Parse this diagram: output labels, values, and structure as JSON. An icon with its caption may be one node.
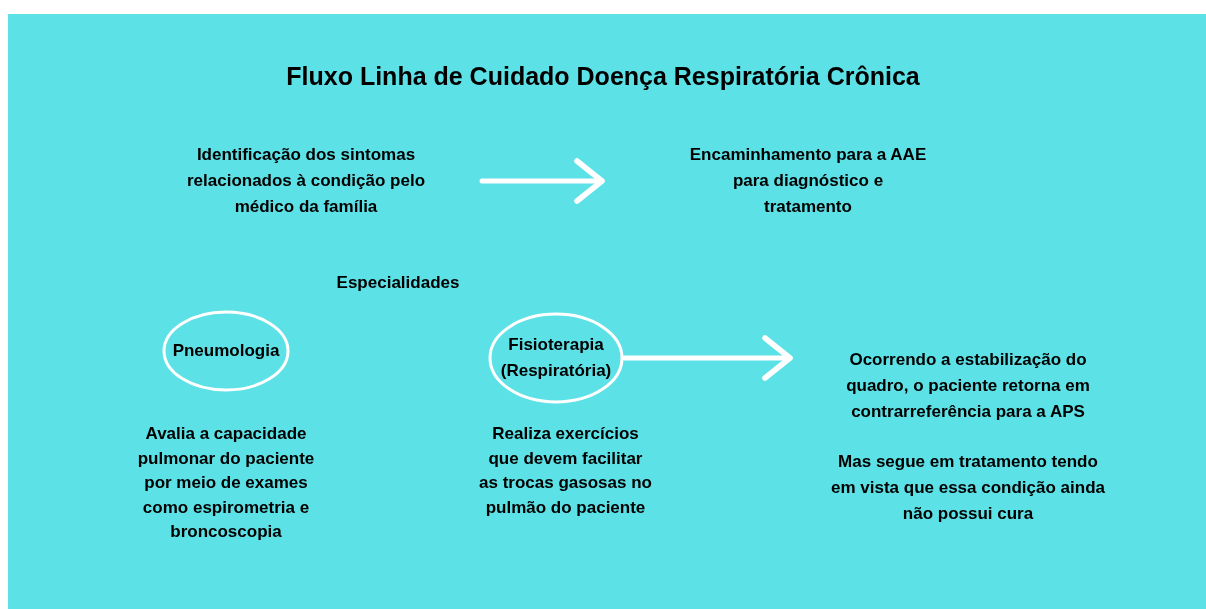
{
  "diagram": {
    "title": "Fluxo Linha de Cuidado Doença Respiratória Crônica",
    "nodes": [
      {
        "text": [
          "Identificação dos sintomas relacionados à condição pelo médico da família"
        ]
      },
      {
        "text": [
          "Encaminhamento para a AAE para diagnóstico e tratamento"
        ]
      },
      {
        "text": [
          "Pneumologia"
        ],
        "beside": [
          "Avalia a capacidade pulmonar do paciente por meio de exames como espirometria e broncoscopia"
        ]
      },
      {
        "text": [
          "Fisioterapia (Respiratória)"
        ],
        "beside": [
          "Realiza exercícios que devem facilitar as trocas gasosas no pulmão do paciente"
        ]
      },
      {
        "text": [
          "Ocorrendo a estabilização do quadro, o paciente retorna em contrarreferência para a APS",
          "Mas segue em tratamento tendo em vista que essa condição ainda não possui cura"
        ]
      }
    ],
    "edges": [
      {
        "from": 0,
        "to": 1,
        "arrow": "to"
      },
      {
        "from": 3,
        "to": 4,
        "arrow": "to"
      }
    ],
    "labels": [
      "Especialidades"
    ]
  }
}
